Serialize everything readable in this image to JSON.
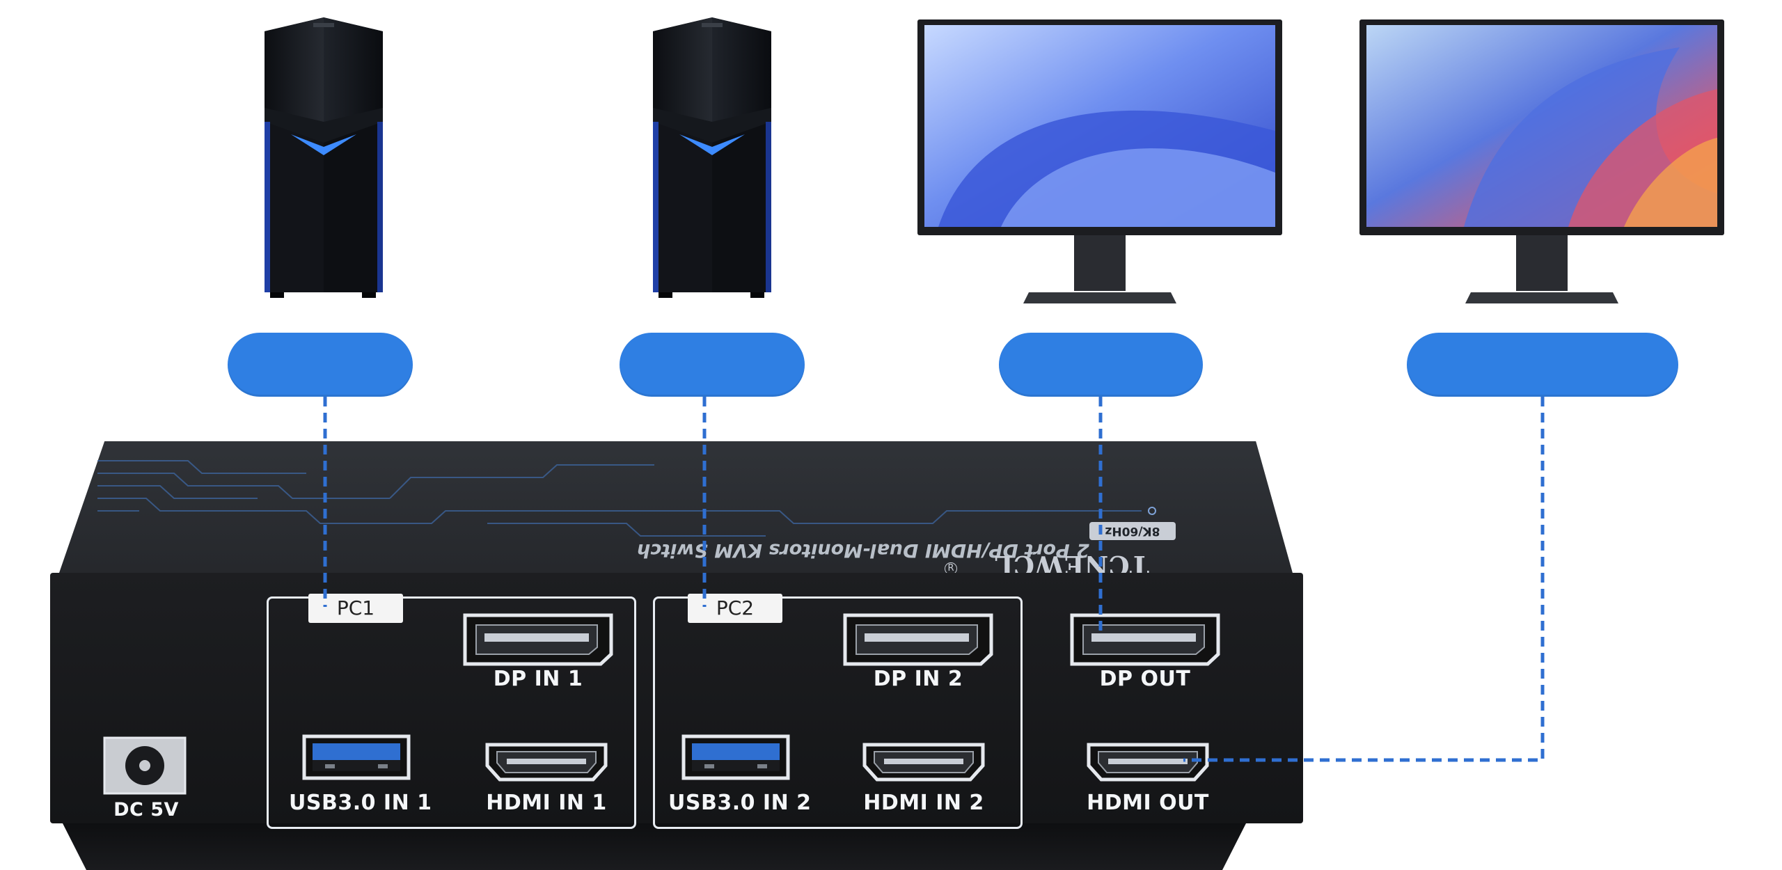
{
  "colors": {
    "accent_blue": "#2f7fe3",
    "link_line": "#2f6fd1",
    "chassis_front": "#1b1c1e",
    "chassis_top": "#2b2d31",
    "frame_white": "#e8ecf2"
  },
  "devices": [
    {
      "kind": "pc-tower",
      "icon": "pc-tower-icon"
    },
    {
      "kind": "pc-tower",
      "icon": "pc-tower-icon"
    },
    {
      "kind": "monitor",
      "icon": "monitor-icon"
    },
    {
      "kind": "monitor",
      "icon": "monitor-icon"
    }
  ],
  "links": [
    {
      "from_pill": 0,
      "to_port": "pc1_tag"
    },
    {
      "from_pill": 1,
      "to_port": "pc2_tag"
    },
    {
      "from_pill": 2,
      "to_port": "dp_out"
    },
    {
      "from_pill": 3,
      "to_port": "hdmi_out"
    }
  ],
  "switch": {
    "brand": "TCNEWCL",
    "subtitle": "2 Port DP/HDMI Dual-Monitors KVM Switch",
    "resolution_badge": "8K/60Hz",
    "trademark": "R",
    "groups": [
      {
        "tag": "PC1",
        "dp_label": "DP IN 1",
        "usb_label": "USB3.0 IN 1",
        "hdmi_label": "HDMI IN 1"
      },
      {
        "tag": "PC2",
        "dp_label": "DP IN 2",
        "usb_label": "USB3.0 IN 2",
        "hdmi_label": "HDMI IN 2"
      }
    ],
    "outputs": {
      "dp_label": "DP OUT",
      "hdmi_label": "HDMI OUT"
    },
    "power_label": "DC 5V"
  }
}
